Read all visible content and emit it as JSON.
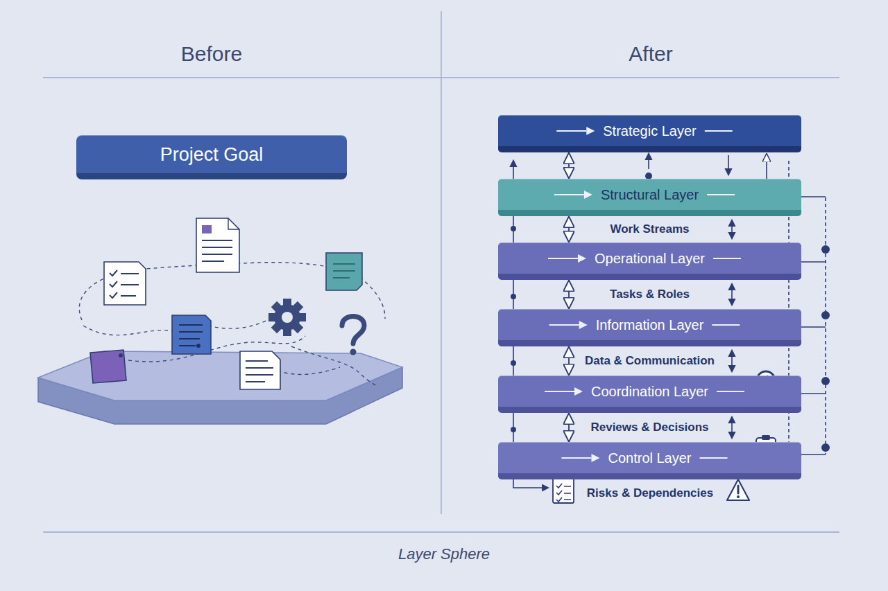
{
  "diagram": {
    "caption": "Layer Sphere",
    "nodes": [
      {
        "text": [
          "Project Goal"
        ]
      },
      {
        "text": [
          "Strategic Layer"
        ]
      },
      {
        "text": [
          "Structural Layer"
        ]
      },
      {
        "text": [
          "Operational Layer"
        ]
      },
      {
        "text": [
          "Information Layer"
        ]
      },
      {
        "text": [
          "Coordination Layer"
        ]
      },
      {
        "text": [
          "Control Layer"
        ]
      }
    ],
    "edges": [
      {
        "from": 1,
        "to": 2,
        "arrow": "both"
      },
      {
        "from": 2,
        "to": 3,
        "arrow": "both",
        "label": "Work Streams"
      },
      {
        "from": 3,
        "to": 4,
        "arrow": "both",
        "label": "Tasks & Roles"
      },
      {
        "from": 4,
        "to": 5,
        "arrow": "both",
        "label": "Data & Communication"
      },
      {
        "from": 5,
        "to": 6,
        "arrow": "both",
        "label": "Reviews & Decisions"
      }
    ],
    "labels": [
      "Before",
      "After",
      "Risks & Dependencies"
    ]
  }
}
